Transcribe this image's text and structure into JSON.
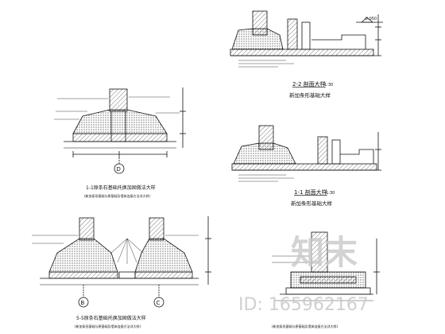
{
  "drawings": {
    "top_right": {
      "title": "2-2 剖面大样",
      "scale": "1:30",
      "subtitle": "新加条形基础大样",
      "elevation": "-0.050"
    },
    "mid_right": {
      "title": "1-1 剖面大样",
      "scale": "1:30",
      "subtitle": "新加条形基础大样"
    },
    "top_left": {
      "title": "1-1原条石基础托换加固做法大样",
      "note": "(新加条形基础与原基础及墙体连接方法详大样)",
      "axis": "D"
    },
    "bottom_left": {
      "title": "5-5原条石基础托换加固做法大样",
      "note": "(新加条形基础与原基础及墙体连接方法详大样)",
      "axis_left": "B",
      "axis_right": "C"
    },
    "bottom_right": {
      "note": "(新加条形基础与原基础及墙体连接方法详大样)"
    }
  },
  "watermark": {
    "brand": "知末",
    "id": "ID: 165962167"
  },
  "colors": {
    "line": "#111111",
    "hatch": "#555555",
    "watermark": "#c8c8c8"
  }
}
